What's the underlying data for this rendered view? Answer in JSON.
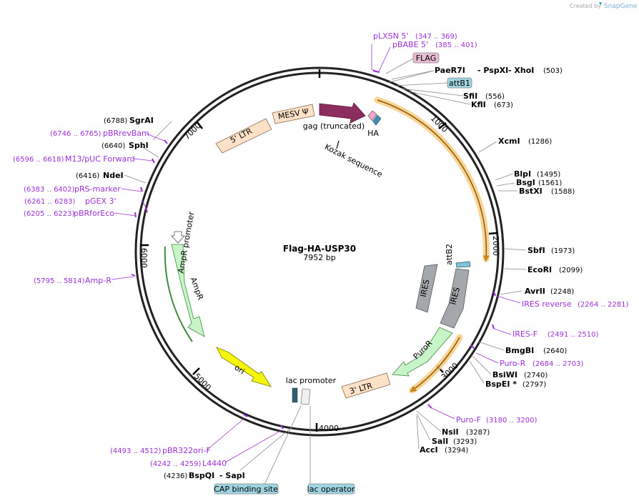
{
  "credit": {
    "text": "Created by",
    "brand": "SnapGene"
  },
  "plasmid": {
    "name": "Flag-HA-USP30",
    "size": "7952 bp"
  },
  "scale_ticks": [
    "1000",
    "2000",
    "3000",
    "4000",
    "5000",
    "6000",
    "7000"
  ],
  "features": {
    "ltr5": "5' LTR",
    "mesv": "MESV Ψ",
    "gag": "gag (truncated)",
    "ha": "HA",
    "kozak": "Kozak sequence",
    "flag": "FLAG",
    "attb1": "attB1",
    "attb2": "attB2",
    "ires1": "IRES",
    "ires2": "IRES",
    "puror": "PuroR",
    "ltr3": "3' LTR",
    "lac_promoter": "lac promoter",
    "ori": "ori",
    "ampr": "AmpR",
    "ampr_promoter": "AmpR promoter",
    "cap": "CAP binding site",
    "lac_operator": "lac operator"
  },
  "sites": [
    {
      "id": "paer7i",
      "name": "PaeR7I",
      "pos": ""
    },
    {
      "id": "pspxi",
      "name": "- PspXI",
      "pos": ""
    },
    {
      "id": "xhoi",
      "name": "- XhoI",
      "pos": "(503)"
    },
    {
      "id": "sfii",
      "name": "SfiI",
      "pos": "(556)"
    },
    {
      "id": "kfli",
      "name": "KflI",
      "pos": "(673)"
    },
    {
      "id": "xcmi",
      "name": "XcmI",
      "pos": "(1286)"
    },
    {
      "id": "blpi",
      "name": "BlpI",
      "pos": "(1495)"
    },
    {
      "id": "bsgi",
      "name": "BsgI",
      "pos": "(1561)"
    },
    {
      "id": "bstxi",
      "name": "BstXI",
      "pos": "(1588)"
    },
    {
      "id": "sbfi",
      "name": "SbfI",
      "pos": "(1973)"
    },
    {
      "id": "ecori",
      "name": "EcoRI",
      "pos": "(2099)"
    },
    {
      "id": "avrii",
      "name": "AvrII",
      "pos": "(2248)"
    },
    {
      "id": "bmgbi",
      "name": "BmgBI",
      "pos": "(2640)"
    },
    {
      "id": "bsiwi",
      "name": "BsiWI",
      "pos": "(2740)"
    },
    {
      "id": "bspei",
      "name": "BspEI *",
      "pos": "(2797)"
    },
    {
      "id": "nsii",
      "name": "NsiI",
      "pos": "(3287)"
    },
    {
      "id": "sali",
      "name": "SalI",
      "pos": "(3293)"
    },
    {
      "id": "acci",
      "name": "AccI",
      "pos": "(3294)"
    },
    {
      "id": "bspqi",
      "name": "BspQI",
      "pos": "(4236)"
    },
    {
      "id": "sapi",
      "name": "- SapI",
      "pos": ""
    },
    {
      "id": "ndei",
      "name": "NdeI",
      "pos": "(6416)"
    },
    {
      "id": "sphi",
      "name": "SphI",
      "pos": "(6640)"
    },
    {
      "id": "sgrai",
      "name": "SgrAI",
      "pos": "(6788)"
    }
  ],
  "primers": [
    {
      "id": "plxsn5",
      "name": "pLXSN 5'",
      "pos": "(347 .. 369)"
    },
    {
      "id": "pbabe5",
      "name": "pBABE 5'",
      "pos": "(385 .. 401)"
    },
    {
      "id": "iresrev",
      "name": "IRES reverse",
      "pos": "(2264 .. 2281)"
    },
    {
      "id": "iresf",
      "name": "IRES-F",
      "pos": "(2491 .. 2510)"
    },
    {
      "id": "puror_p",
      "name": "Puro-R",
      "pos": "(2684 .. 2703)"
    },
    {
      "id": "purof",
      "name": "Puro-F",
      "pos": "(3180 .. 3200)"
    },
    {
      "id": "pbr322",
      "name": "pBR322ori-F",
      "pos": "(4493 .. 4512)"
    },
    {
      "id": "l4440",
      "name": "L4440",
      "pos": "(4242 .. 4259)"
    },
    {
      "id": "ampr_p",
      "name": "Amp-R",
      "pos": "(5795 .. 5814)"
    },
    {
      "id": "pbrforeco",
      "name": "pBRforEco",
      "pos": "(6205 .. 6223)"
    },
    {
      "id": "pgex3",
      "name": "pGEX 3'",
      "pos": "(6261 .. 6283)"
    },
    {
      "id": "prsmarker",
      "name": "pRS-marker",
      "pos": "(6383 .. 6402)"
    },
    {
      "id": "m13",
      "name": "M13/pUC Forward",
      "pos": "(6596 .. 6618)"
    },
    {
      "id": "pbrrevbam",
      "name": "pBRrevBam",
      "pos": "(6746 .. 6765)"
    }
  ]
}
